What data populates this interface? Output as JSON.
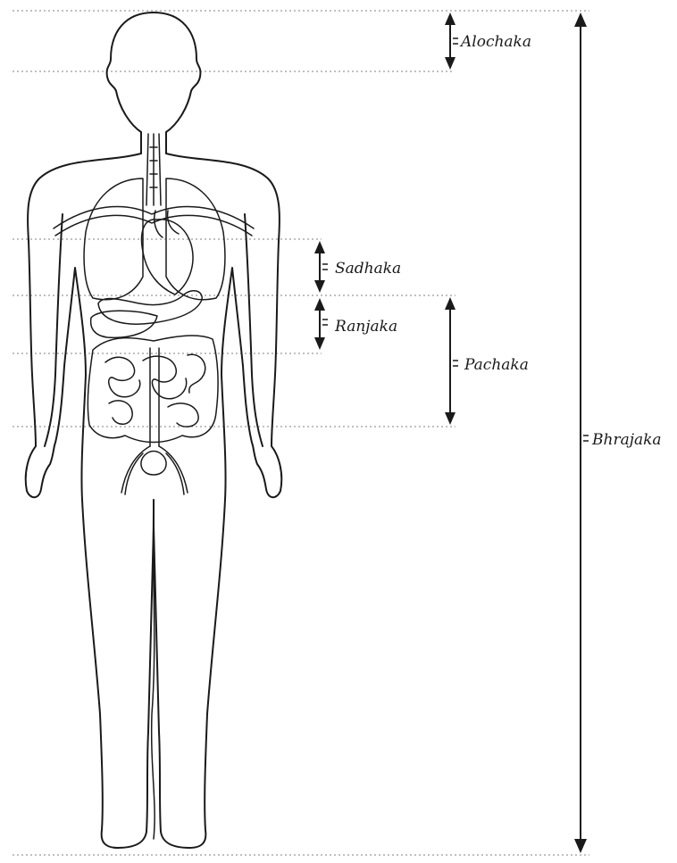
{
  "labels": {
    "alochaka": "Alochaka",
    "sadhaka": "Sadhaka",
    "ranjaka": "Ranjaka",
    "pachaka": "Pachaka",
    "bhrajaka": "Bhrajaka"
  }
}
